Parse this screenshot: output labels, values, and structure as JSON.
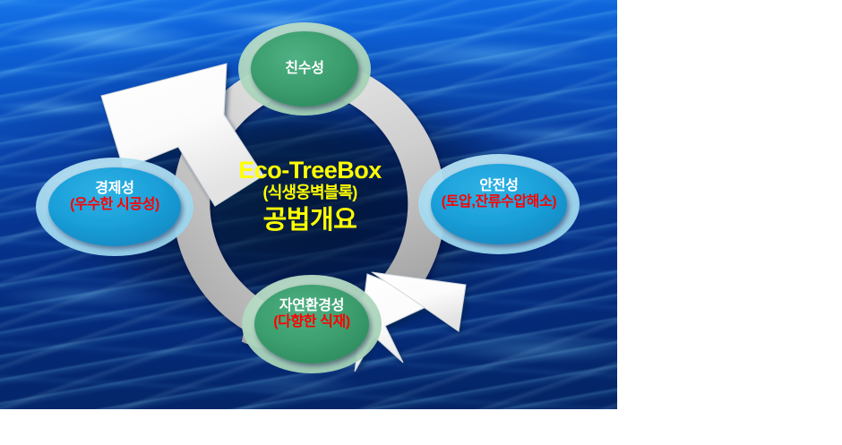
{
  "figure": {
    "title_en": "Eco-TreeBox",
    "title_ko_paren": "(식생옹벽블록)",
    "title_ko_main": "공법개요",
    "background": "water-texture-photo"
  },
  "colors": {
    "title_text": "#ffff00",
    "node_main_text": "#ffffff",
    "node_sub_text": "#ff0000",
    "green_node": "#3a9e6e",
    "green_halo": "#aad7bb",
    "blue_node": "#1b9fd8",
    "blue_halo": "#a9dcef",
    "ring_gray": "#c9c9c9",
    "arrow_fill": "#fdfdfd",
    "water_deep": "#042464",
    "water_bright": "#1673e8"
  },
  "nodes": [
    {
      "id": "top",
      "shape": "ellipse",
      "color": "green",
      "main": "친수성",
      "sub": ""
    },
    {
      "id": "right",
      "shape": "ellipse",
      "color": "blue",
      "main": "안전성",
      "sub": "(토압,잔류수압해소)"
    },
    {
      "id": "bottom",
      "shape": "ellipse",
      "color": "green",
      "main": "자연환경성",
      "sub": "(다향한 식재)"
    },
    {
      "id": "left",
      "shape": "ellipse",
      "color": "blue",
      "main": "경제성",
      "sub": "(우수한 시공성)"
    }
  ],
  "arrows": [
    {
      "id": "upper-left-arrow",
      "direction": "up-right",
      "icon": "bent-arrow-icon"
    },
    {
      "id": "lower-right-arrow",
      "direction": "down-left",
      "icon": "bent-arrow-icon"
    }
  ],
  "ring": {
    "icon": "cycle-ring",
    "label": "gray-circular-cycle-ring"
  }
}
